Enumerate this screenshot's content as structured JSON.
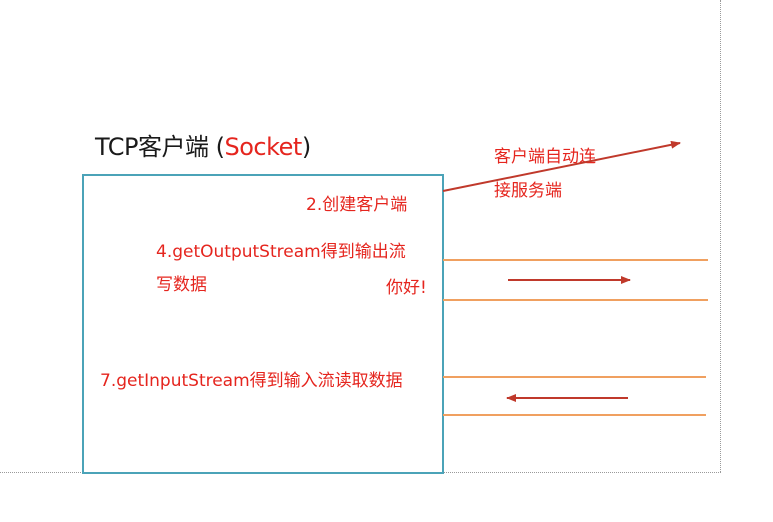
{
  "title": {
    "prefix": "TCP客户端 (",
    "accent": "Socket",
    "suffix": ")"
  },
  "annotations": {
    "auto_connect_line1": "客户端自动连",
    "auto_connect_line2": "接服务端",
    "create_client": "2.创建客户端",
    "output_stream_line1": "4.getOutputStream得到输出流",
    "output_stream_line2": "写数据",
    "hello": "你好!",
    "input_stream": "7.getInputStream得到输入流读取数据"
  },
  "colors": {
    "box_border": "#4ba3b8",
    "red_text": "#e5251e",
    "arrow": "#c0392b",
    "stream_line": "#f0a060",
    "title_text": "#1a1a1a"
  },
  "icons": {
    "connect_arrow": "arrow-up-right",
    "output_arrow": "arrow-right",
    "input_arrow": "arrow-left"
  }
}
